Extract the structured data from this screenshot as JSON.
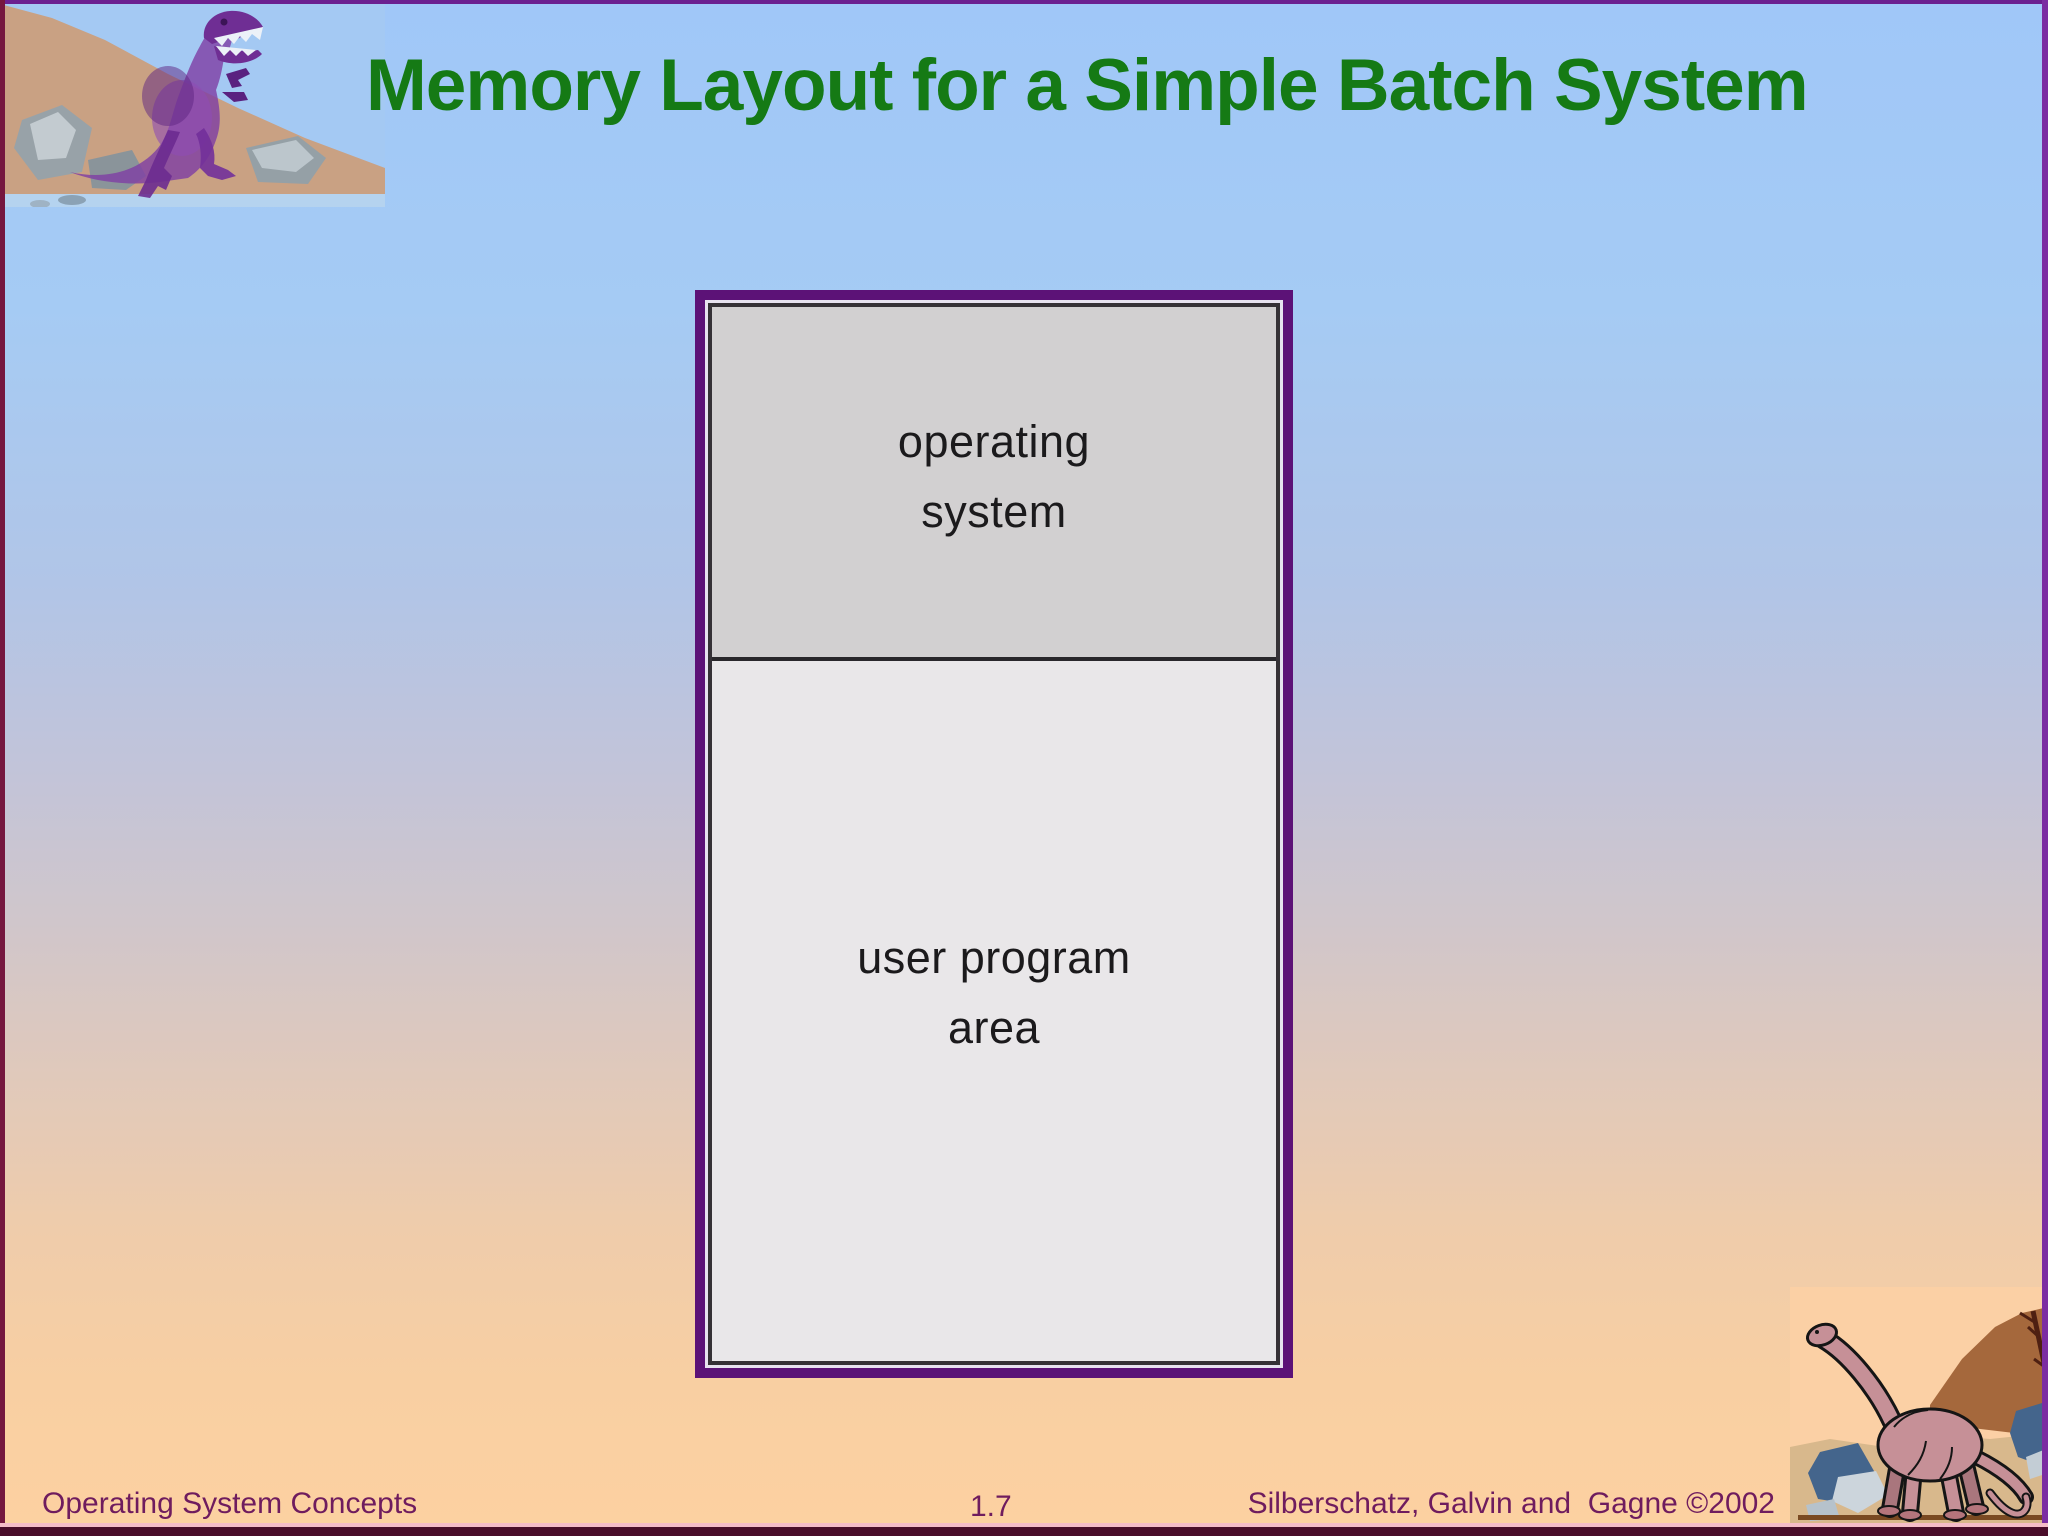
{
  "slide": {
    "title": "Memory Layout for a Simple Batch System"
  },
  "diagram": {
    "sections": [
      {
        "id": "operating-system",
        "lines": [
          "operating",
          "system"
        ],
        "fill": "#d2d0d1"
      },
      {
        "id": "user-program-area",
        "lines": [
          "user program",
          "area"
        ],
        "fill": "#e9e7e9"
      }
    ],
    "frame_color": "#5c1277",
    "inner_border_color": "#353136"
  },
  "footer": {
    "left": "Operating System Concepts",
    "page_number": "1.7",
    "right": "Silberschatz, Galvin and  Gagne ©2002",
    "text_color": "#6f1c5e"
  },
  "colors": {
    "title_green": "#157a15",
    "background_top": "#a0c7f8",
    "background_bottom": "#fdd1a1",
    "bottom_bar": "#4a0d2a"
  },
  "decorations": [
    {
      "name": "trex-illustration",
      "description": "translucent purple tyrannosaurus on rocky cliff, top-left"
    },
    {
      "name": "sauropod-illustration",
      "description": "pink sauropod with hill, dead tree and rocks, bottom-right"
    }
  ]
}
